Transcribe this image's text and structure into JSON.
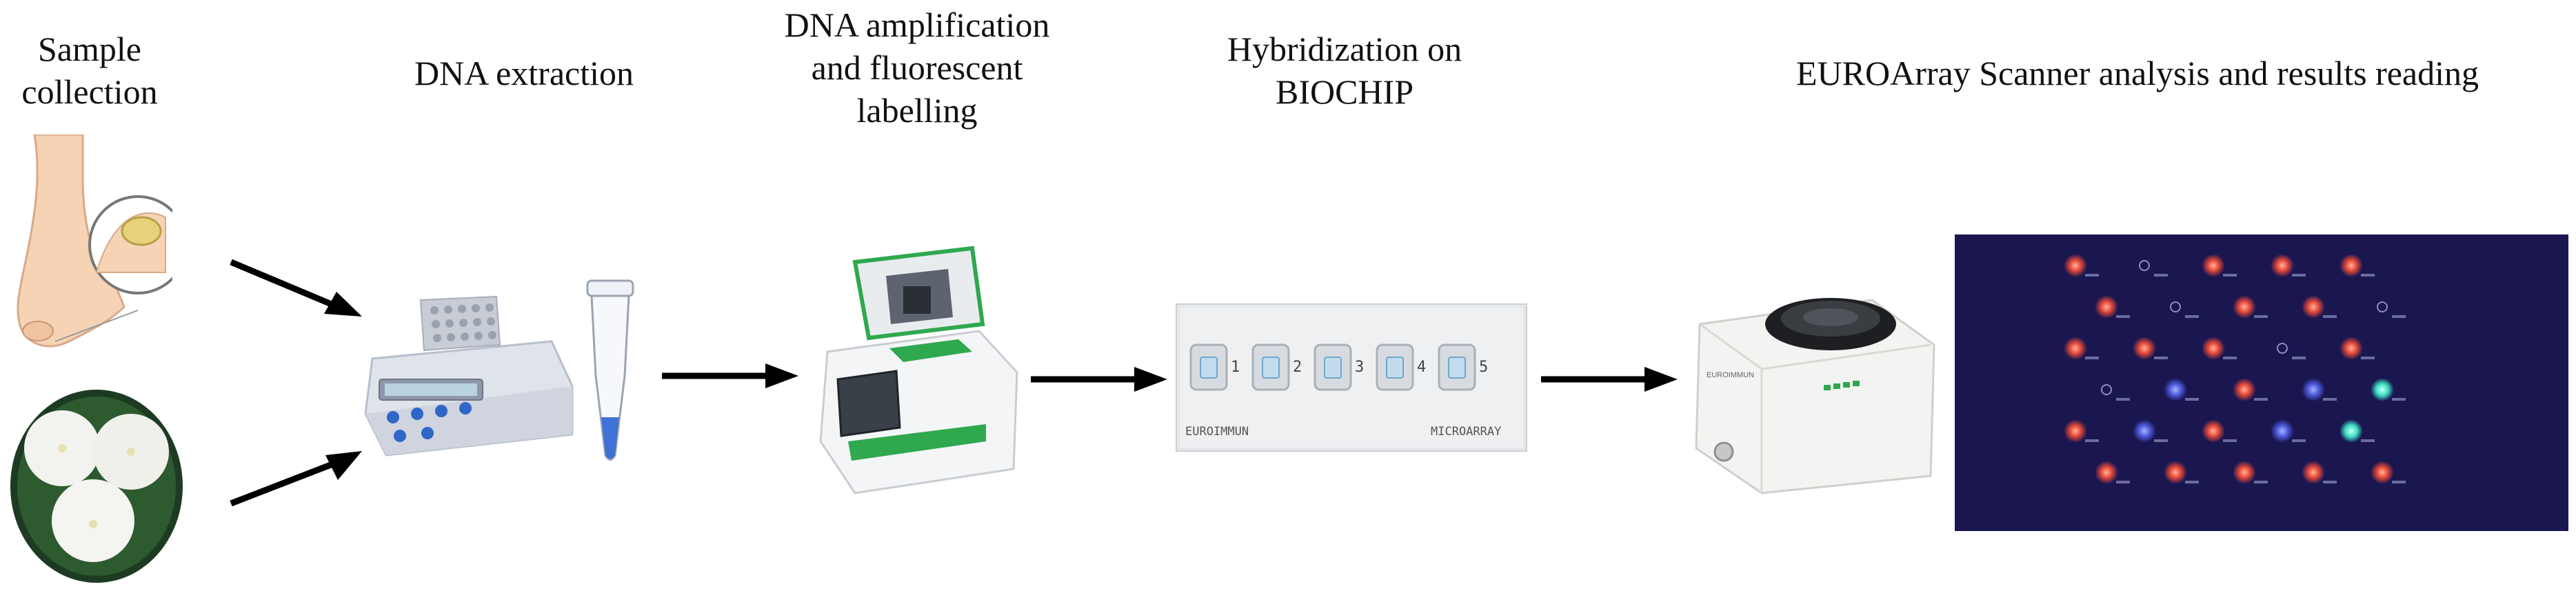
{
  "steps": [
    {
      "title_lines": [
        "Sample",
        "collection"
      ]
    },
    {
      "title_lines": [
        "DNA extraction"
      ]
    },
    {
      "title_lines": [
        "DNA amplification",
        "and fluorescent",
        "labelling"
      ]
    },
    {
      "title_lines": [
        "Hybridization on",
        "BIOCHIP"
      ]
    },
    {
      "title_lines": [
        "EUROArray Scanner analysis and results reading"
      ]
    }
  ],
  "biochip": {
    "field_numbers": [
      "1",
      "2",
      "3",
      "4",
      "5"
    ],
    "brand_left": "EUROIMMUN",
    "brand_right": "MICROARRAY"
  },
  "scanner": {
    "brand": "EUROIMMUN"
  },
  "icons": {
    "foot": "foot-with-toenail-infection-icon",
    "petri": "petri-dish-fungal-culture-icon",
    "heater": "thermoblock-heater-icon",
    "tube": "microcentrifuge-tube-icon",
    "thermocycler": "thermocycler-icon",
    "biochip": "biochip-slide-icon",
    "scanner": "microarray-scanner-icon",
    "result": "fluorescence-scan-result-image"
  },
  "colors": {
    "arrow": "#000000",
    "green_accent": "#2fa84f",
    "scan_background": "#1a1650",
    "spot_red": "#e84a3a",
    "spot_teal": "#3ee0c4",
    "spot_blue": "#4a58d8"
  }
}
